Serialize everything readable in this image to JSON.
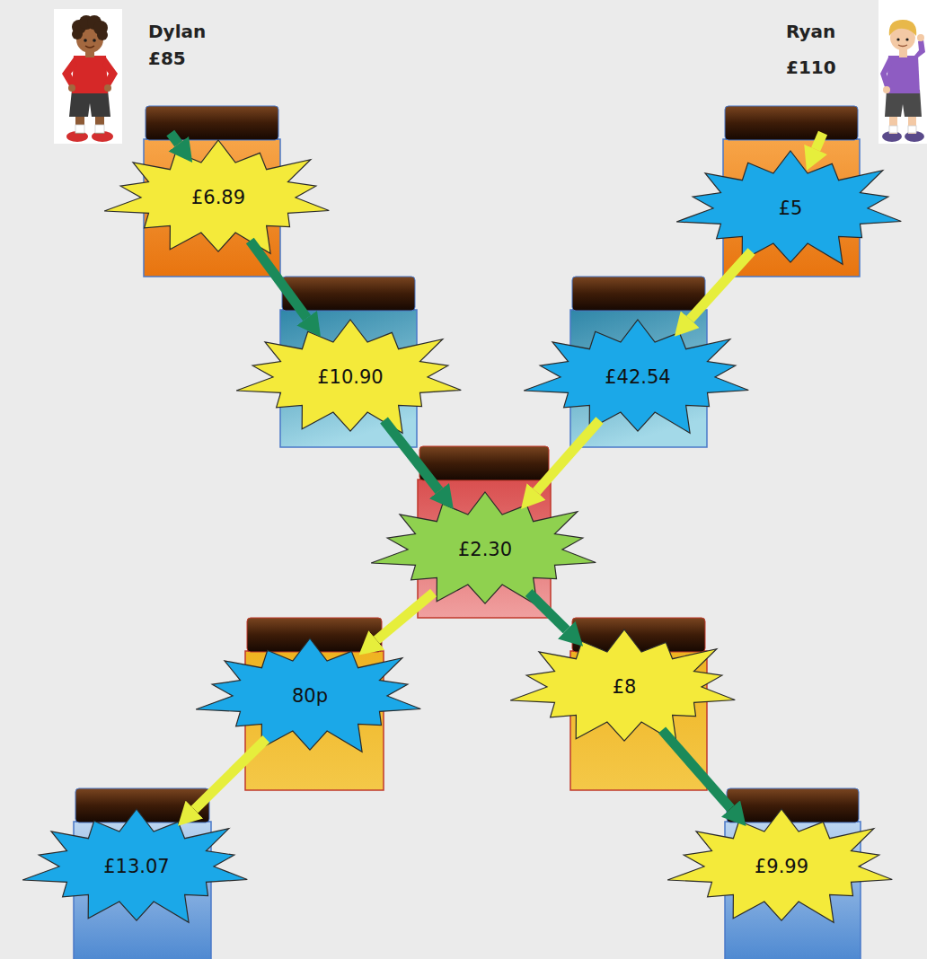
{
  "diagram": {
    "nodes": [
      {
        "text": [
          "Dylan",
          "£85"
        ]
      },
      {
        "text": [
          "Ryan",
          "£110"
        ]
      },
      {
        "text": [
          "£6.89"
        ]
      },
      {
        "text": [
          "£5"
        ]
      },
      {
        "text": [
          "£10.90"
        ]
      },
      {
        "text": [
          "£42.54"
        ]
      },
      {
        "text": [
          "£2.30"
        ]
      },
      {
        "text": [
          "80p"
        ]
      },
      {
        "text": [
          "£8"
        ]
      },
      {
        "text": [
          "£13.07"
        ]
      },
      {
        "text": [
          "£9.99"
        ]
      }
    ],
    "edges": [
      {
        "from": 0,
        "to": 2,
        "arrow": "to"
      },
      {
        "from": 2,
        "to": 4,
        "arrow": "to"
      },
      {
        "from": 4,
        "to": 6,
        "arrow": "to"
      },
      {
        "from": 6,
        "to": 8,
        "arrow": "to"
      },
      {
        "from": 8,
        "to": 10,
        "arrow": "to"
      },
      {
        "from": 1,
        "to": 3,
        "arrow": "to"
      },
      {
        "from": 3,
        "to": 5,
        "arrow": "to"
      },
      {
        "from": 5,
        "to": 6,
        "arrow": "to"
      },
      {
        "from": 6,
        "to": 7,
        "arrow": "to"
      },
      {
        "from": 7,
        "to": 9,
        "arrow": "to"
      }
    ]
  }
}
